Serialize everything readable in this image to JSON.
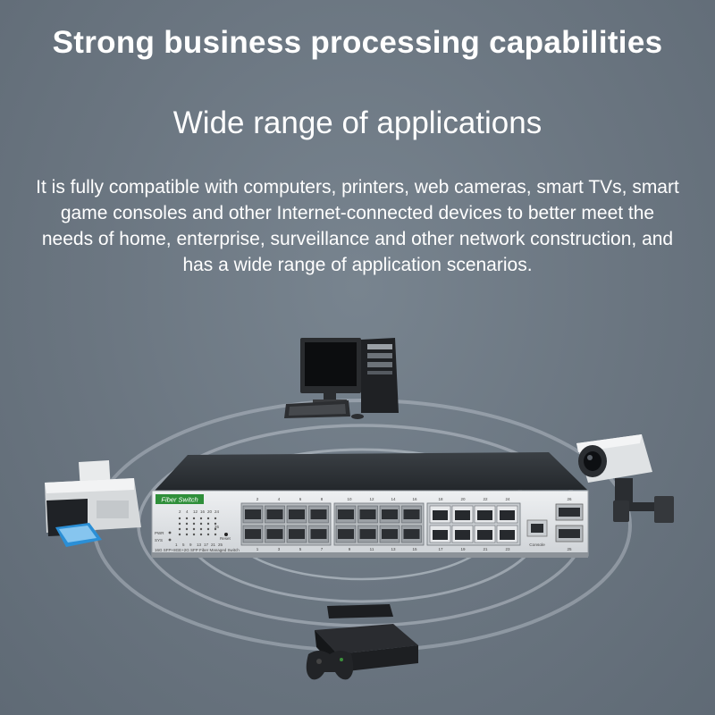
{
  "header": {
    "title": "Strong business processing capabilities",
    "subtitle": "Wide range of applications",
    "description": "It is fully compatible with computers, printers, web cameras, smart TVs, smart game consoles and other Internet-connected devices to better meet the needs of home, enterprise, surveillance and other network construction, and has a wide range of application scenarios."
  },
  "switch": {
    "brand_label": "Fiber Switch",
    "model_label": "16G SFP+8GE+2G SFP Fiber Managed Switch",
    "led_labels": {
      "pwr": "PWR",
      "sys": "SYS",
      "reset": "Reset"
    },
    "led_top_numbers": [
      "2",
      "4",
      "12",
      "16",
      "20",
      "24"
    ],
    "led_bottom_numbers": [
      "1",
      "5",
      "9",
      "13",
      "17",
      "21",
      "25"
    ],
    "led_side_number": "26",
    "top_port_numbers": [
      "2",
      "4",
      "6",
      "8",
      "10",
      "12",
      "14",
      "16",
      "18",
      "20",
      "22",
      "24",
      "26"
    ],
    "bottom_port_numbers": [
      "1",
      "3",
      "5",
      "7",
      "9",
      "11",
      "13",
      "15",
      "17",
      "19",
      "21",
      "23",
      "25"
    ],
    "console_label": "Console"
  },
  "colors": {
    "background": "#6a7580",
    "switch_body": "#2e3236",
    "switch_front": "#dfe2e5",
    "brand_green": "#2f8f3a",
    "rings": "#d6dde4"
  },
  "icons": [
    "desktop-computer-icon",
    "printer-icon",
    "security-camera-icon",
    "game-console-icon",
    "network-switch-icon"
  ]
}
